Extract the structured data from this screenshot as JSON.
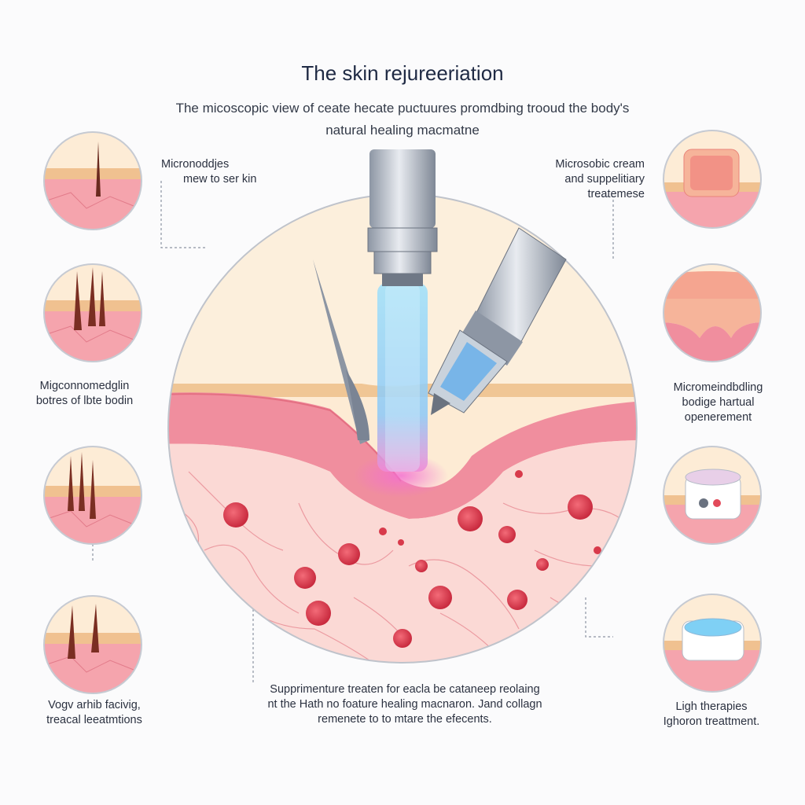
{
  "title": "The skin rejureeriation",
  "subtitle": {
    "line1": "The micoscopic view of ceate hecate puctuures promdbing trooud the body's",
    "line2": "natural healing macmatne"
  },
  "labels": {
    "top_left": {
      "line1": "Micronoddjes",
      "line2": "mew to ser kin"
    },
    "top_right": {
      "line1": "Microsobic cream",
      "line2": "and suppelitiary",
      "line3": "treatemese"
    },
    "mid_left": {
      "line1": "Migconnomedglin",
      "line2": "botres of lbte bodin"
    },
    "mid_right": {
      "line1": "Micromeindbdling",
      "line2": "bodige hartual",
      "line3": "openerement"
    },
    "bottom_left": {
      "line1": "Vogv arhib facivig,",
      "line2": "treacal leeatmtions"
    },
    "bottom_center": {
      "line1": "Supprimenture treaten for eacla be cataneep reolaing",
      "line2": "nt the Hath no foature healing macnaron. Jand collagn",
      "line3": "remenete to to mtare the efecents."
    },
    "bottom_right": {
      "line1": "Ligh therapies",
      "line2": "Ighoron treattment."
    }
  },
  "icons": {
    "center": "skin-cross-section-with-microneedle-pen",
    "left_thumbs": [
      "hair-follicle-single-icon",
      "hair-follicles-triple-icon",
      "hair-follicles-growth-icon",
      "hair-follicles-pair-icon"
    ],
    "right_thumbs": [
      "cream-patch-icon",
      "textured-skin-icon",
      "led-device-icon",
      "light-therapy-device-icon"
    ]
  },
  "colors": {
    "skin_surface": "#f2c99a",
    "epidermis": "#f39aa8",
    "dermis": "#fbe0dc",
    "cell": "#e04656",
    "light_beam": "#8fd3f4",
    "device_metal": "#b7bfcb"
  }
}
